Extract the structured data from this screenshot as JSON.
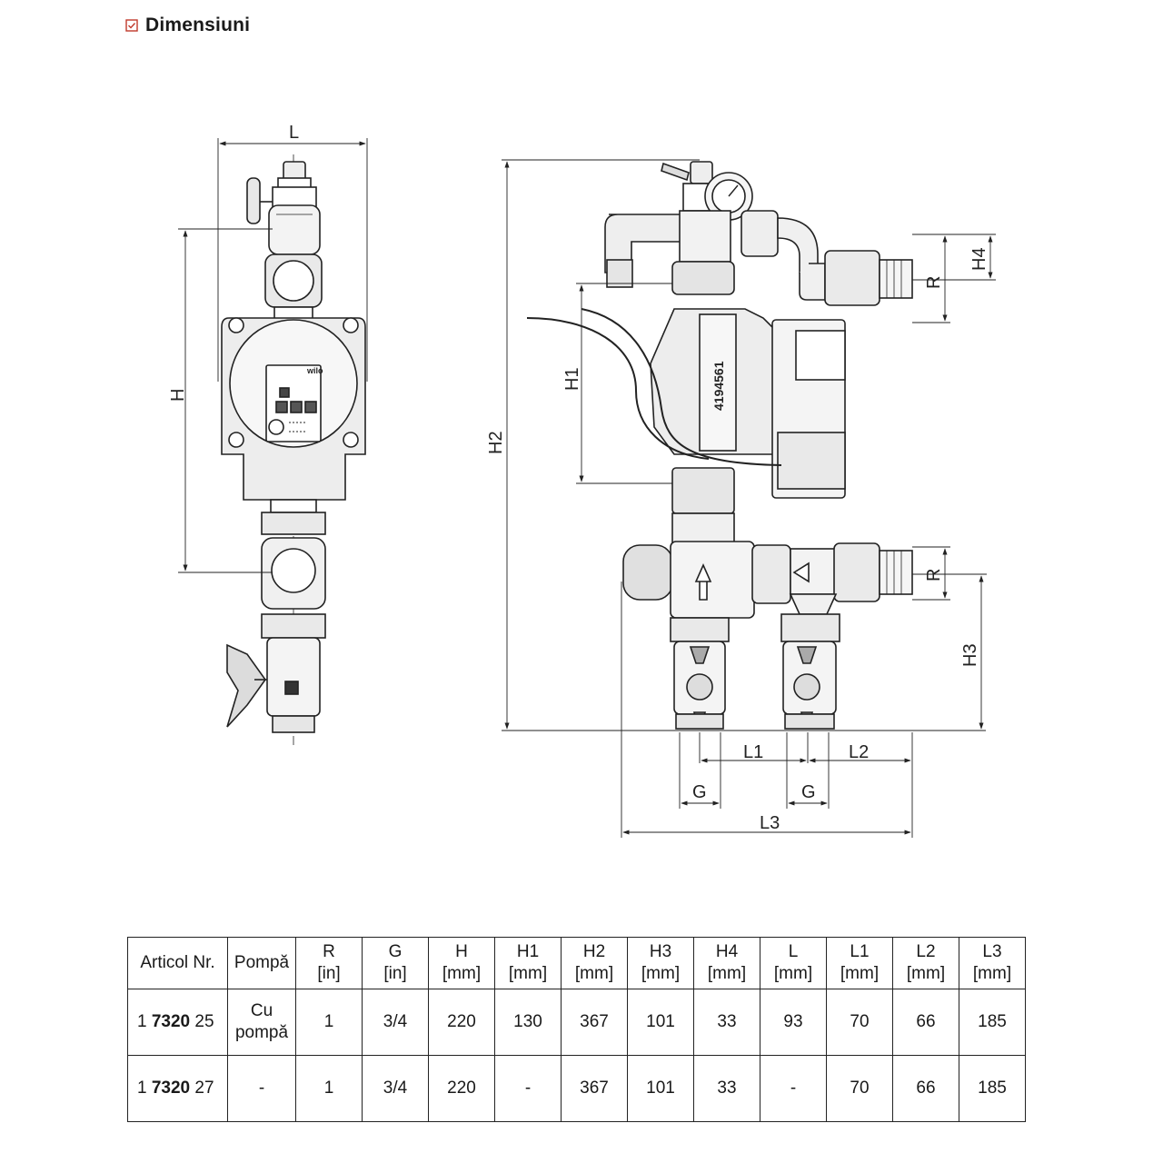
{
  "header": {
    "title": "Dimensiuni",
    "icon": "checkbox-icon",
    "icon_color": "#c0392b"
  },
  "drawing": {
    "front_view": {
      "dim_L": "L",
      "dim_H": "H",
      "pump_brand": "wilo"
    },
    "side_view": {
      "dim_H1": "H1",
      "dim_H2": "H2",
      "dim_H3": "H3",
      "dim_H4": "H4",
      "dim_R_top": "R",
      "dim_R_bottom": "R",
      "dim_L1": "L1",
      "dim_L2": "L2",
      "dim_L3": "L3",
      "dim_G_left": "G",
      "dim_G_right": "G",
      "pump_code": "4194561"
    }
  },
  "table": {
    "headers": [
      {
        "name": "Articol Nr.",
        "unit": ""
      },
      {
        "name": "Pompă",
        "unit": ""
      },
      {
        "name": "R",
        "unit": "[in]"
      },
      {
        "name": "G",
        "unit": "[in]"
      },
      {
        "name": "H",
        "unit": "[mm]"
      },
      {
        "name": "H1",
        "unit": "[mm]"
      },
      {
        "name": "H2",
        "unit": "[mm]"
      },
      {
        "name": "H3",
        "unit": "[mm]"
      },
      {
        "name": "H4",
        "unit": "[mm]"
      },
      {
        "name": "L",
        "unit": "[mm]"
      },
      {
        "name": "L1",
        "unit": "[mm]"
      },
      {
        "name": "L2",
        "unit": "[mm]"
      },
      {
        "name": "L3",
        "unit": "[mm]"
      }
    ],
    "rows": [
      {
        "art_prefix": "1 ",
        "art_bold": "7320",
        "art_suffix": " 25",
        "pump_line1": "Cu",
        "pump_line2": "pompă",
        "R": "1",
        "G": "3/4",
        "H": "220",
        "H1": "130",
        "H2": "367",
        "H3": "101",
        "H4": "33",
        "L": "93",
        "L1": "70",
        "L2": "66",
        "L3": "185"
      },
      {
        "art_prefix": "1 ",
        "art_bold": "7320",
        "art_suffix": " 27",
        "pump_line1": "-",
        "pump_line2": "",
        "R": "1",
        "G": "3/4",
        "H": "220",
        "H1": "-",
        "H2": "367",
        "H3": "101",
        "H4": "33",
        "L": "-",
        "L1": "70",
        "L2": "66",
        "L3": "185"
      }
    ]
  }
}
